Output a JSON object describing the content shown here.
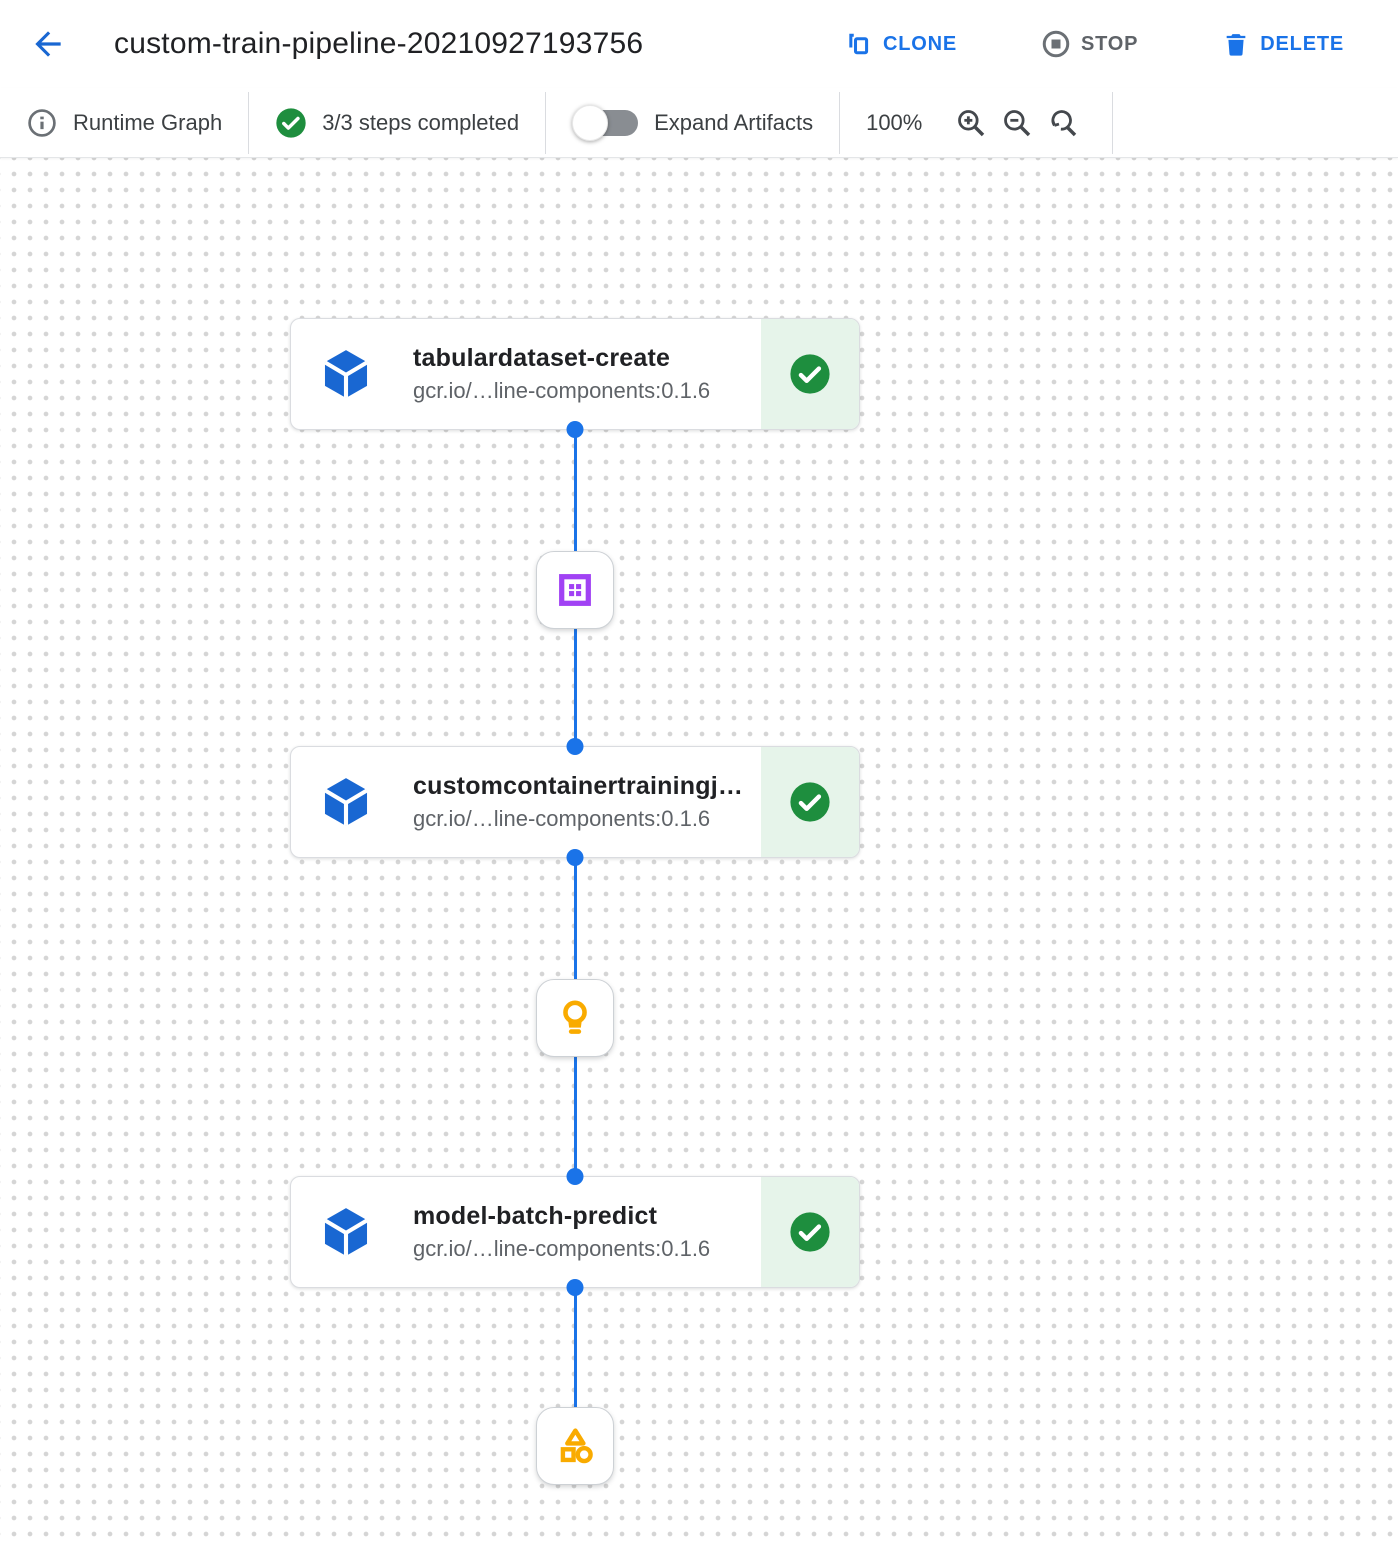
{
  "header": {
    "title": "custom-train-pipeline-20210927193756",
    "clone_label": "CLONE",
    "stop_label": "STOP",
    "delete_label": "DELETE"
  },
  "toolbar": {
    "view_label": "Runtime Graph",
    "steps_completed": "3/3 steps completed",
    "expand_artifacts_label": "Expand Artifacts",
    "expand_artifacts_on": false,
    "zoom_level": "100%"
  },
  "graph": {
    "nodes": [
      {
        "title": "tabulardataset-create",
        "subtitle": "gcr.io/…line-components:0.1.6",
        "status": "completed"
      },
      {
        "title": "customcontainertrainingj…",
        "subtitle": "gcr.io/…line-components:0.1.6",
        "status": "completed"
      },
      {
        "title": "model-batch-predict",
        "subtitle": "gcr.io/…line-components:0.1.6",
        "status": "completed"
      }
    ],
    "artifacts": [
      {
        "icon": "dataset-icon",
        "color": "#a142f4"
      },
      {
        "icon": "model-icon",
        "color": "#f9ab00"
      },
      {
        "icon": "generic-artifact-icon",
        "color": "#f9ab00"
      }
    ]
  },
  "colors": {
    "accent_blue": "#1a73e8",
    "component_blue": "#1967d2",
    "success_green": "#1e8e3e",
    "success_bg": "#e6f4ea",
    "artifact_purple": "#a142f4",
    "artifact_amber": "#f9ab00"
  }
}
